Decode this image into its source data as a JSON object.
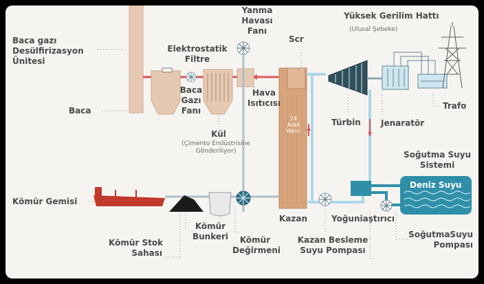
{
  "labels": {
    "desulf_1": "Baca gazı",
    "desulf_2": "Desülfirizasyon",
    "desulf_3": "Ünitesi",
    "baca": "Baca",
    "komur_gemisi": "Kömür Gemisi",
    "komur_stok_1": "Kömür Stok",
    "komur_stok_2": "Sahası",
    "komur_bunkeri_1": "Kömür",
    "komur_bunkeri_2": "Bunkeri",
    "komur_degirmeni_1": "Kömür",
    "komur_degirmeni_2": "Değirmeni",
    "elektrostatik_1": "Elektrostatik",
    "elektrostatik_2": "Filtre",
    "baca_gazi_fani_1": "Baca",
    "baca_gazi_fani_2": "Gazı",
    "baca_gazi_fani_3": "Fanı",
    "kul": "Kül",
    "kul_note_1": "(Çimento Endüstrisine",
    "kul_note_2": "Gönderiliyor)",
    "yanma_havasi_1": "Yanma",
    "yanma_havasi_2": "Havası",
    "yanma_havasi_3": "Fanı",
    "hava_isiticisi_1": "Hava",
    "hava_isiticisi_2": "Isıtıcısı",
    "scr": "Scr",
    "yakici_1": "24",
    "yakici_2": "Adet",
    "yakici_3": "Yakıcı",
    "kazan": "Kazan",
    "kazan_besleme_1": "Kazan Besleme",
    "kazan_besleme_2": "Suyu Pompası",
    "turbin": "Türbin",
    "yuksek_gerilim": "Yüksek Gerilim Hattı",
    "ulusal_sebeke": "(Ulusal Şebeke)",
    "jenerator": "Jenaratör",
    "trafo": "Trafo",
    "sogutma_sistem_1": "Soğutma Suyu",
    "sogutma_sistem_2": "Sistemi",
    "deniz_suyu": "Deniz Suyu",
    "yogunlastirici": "Yoğuniaştırıcı",
    "sogutma_pompa_1": "SoğutmaSuyu",
    "sogutma_pompa_2": "Pompası"
  },
  "colors": {
    "background": "#f6f4f1",
    "boiler": "#d7a47c",
    "steam_pipe": "#aed6ea",
    "hot_gas": "#d85a5a",
    "ship": "#c0392b",
    "sea": "#2f8fa8",
    "tower": "#e6c9b2"
  }
}
